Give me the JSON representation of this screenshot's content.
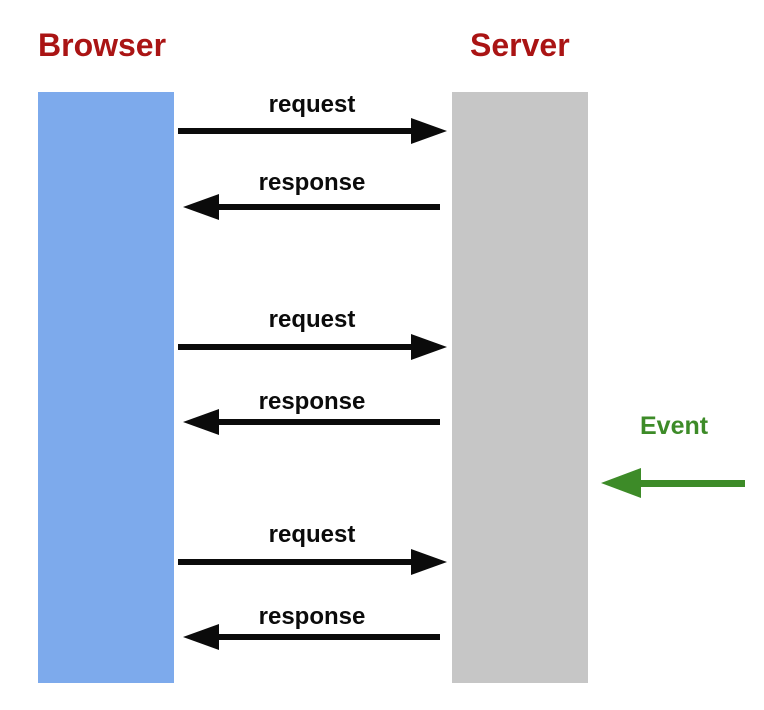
{
  "diagram": {
    "title_browser": "Browser",
    "title_server": "Server",
    "actors": [
      {
        "name": "Browser",
        "fill": "#7daaec"
      },
      {
        "name": "Server",
        "fill": "#c6c6c6"
      }
    ],
    "messages": [
      {
        "label": "request",
        "direction": "right"
      },
      {
        "label": "response",
        "direction": "left"
      },
      {
        "label": "request",
        "direction": "right"
      },
      {
        "label": "response",
        "direction": "left"
      },
      {
        "label": "request",
        "direction": "right"
      },
      {
        "label": "response",
        "direction": "left"
      }
    ],
    "event": {
      "label": "Event",
      "direction": "left"
    },
    "colors": {
      "actor_label": "#aa1414",
      "browser_fill": "#7daaec",
      "server_fill": "#c6c6c6",
      "arrow_black": "#0b0b0b",
      "event_green": "#3d8b28"
    }
  }
}
